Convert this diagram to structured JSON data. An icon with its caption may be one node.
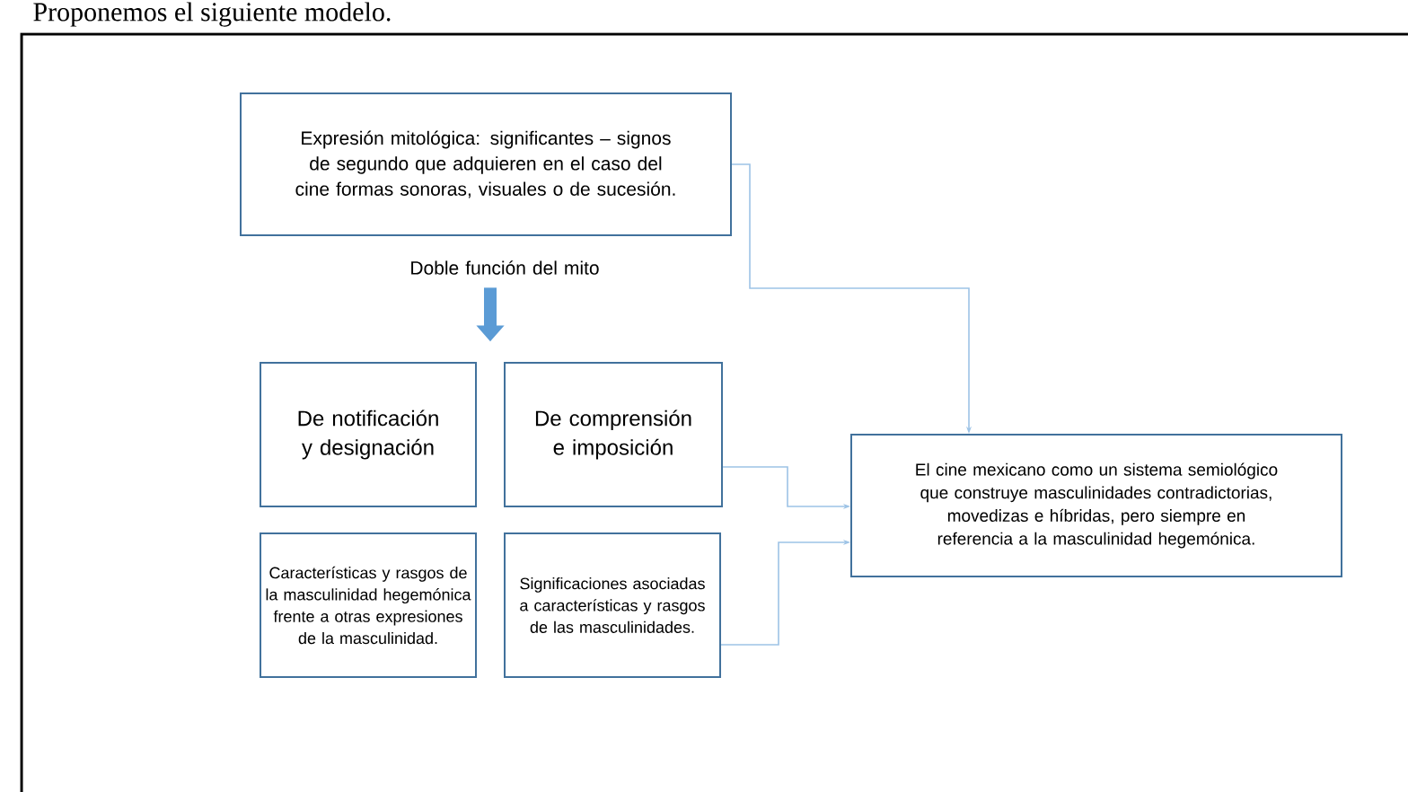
{
  "diagram": {
    "title": "Proponemos el siguiente modelo.",
    "nodes": [
      {
        "text": [
          "Expresión mitológica: significantes – signos de segundo que adquieren en el caso del cine formas sonoras, visuales o de sucesión."
        ]
      },
      {
        "text": [
          "De notificación y designación"
        ]
      },
      {
        "text": [
          "De comprensión e imposición"
        ]
      },
      {
        "text": [
          "Características y rasgos de la masculinidad hegemónica frente a otras expresiones de la masculinidad."
        ]
      },
      {
        "text": [
          "Significaciones asociadas a características y rasgos de las masculinidades."
        ]
      },
      {
        "text": [
          "El cine mexicano como un sistema semiológico que construye masculinidades contradictorias, movedizas e híbridas, pero siempre en referencia a la masculinidad hegemónica."
        ]
      },
      {
        "text": [
          "Doble función del mito"
        ]
      }
    ],
    "edges": [
      {
        "from": 0,
        "to": 5,
        "arrow": "to"
      },
      {
        "from": 2,
        "to": 5,
        "arrow": "to"
      },
      {
        "from": 4,
        "to": 5,
        "arrow": "to"
      },
      {
        "from": 6,
        "to": null,
        "arrow": "to",
        "style": "thick",
        "color": "#5b9bd5"
      }
    ]
  }
}
